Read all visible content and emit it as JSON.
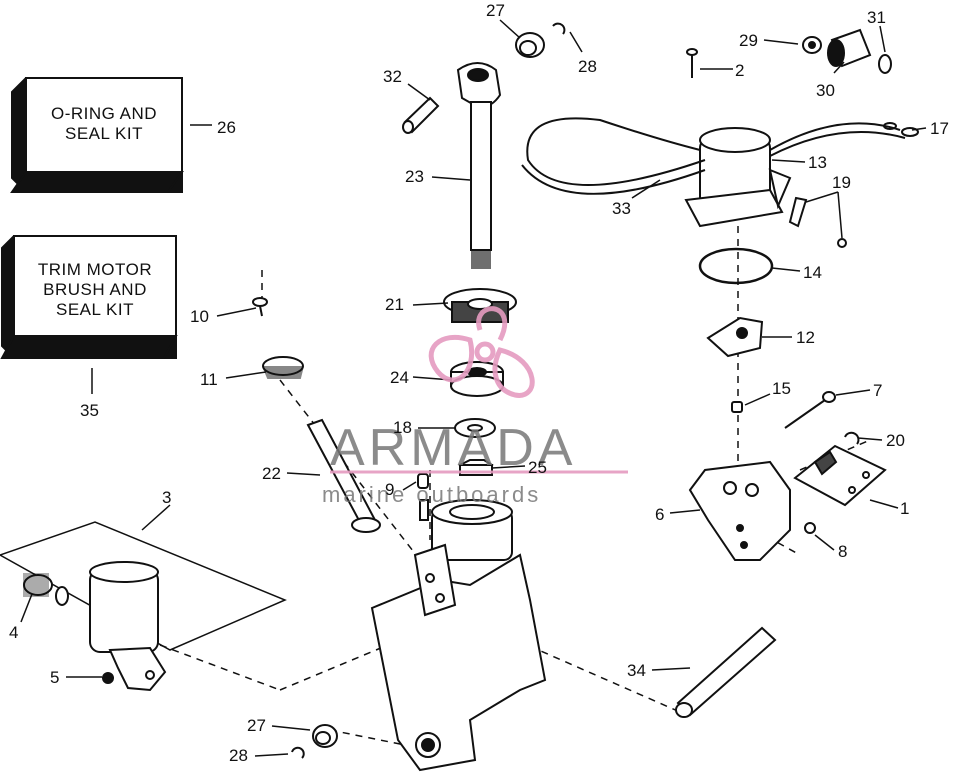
{
  "kits": {
    "oring": {
      "text": "O-RING AND\nSEAL KIT",
      "number": "26"
    },
    "trim_motor": {
      "text": "TRIM MOTOR\nBRUSH AND\nSEAL KIT",
      "number": "35"
    }
  },
  "parts": {
    "p1": "1",
    "p2": "2",
    "p3": "3",
    "p4": "4",
    "p5": "5",
    "p6": "6",
    "p7": "7",
    "p8": "8",
    "p9": "9",
    "p10": "10",
    "p11": "11",
    "p12": "12",
    "p13": "13",
    "p14": "14",
    "p15": "15",
    "p17": "17",
    "p18": "18",
    "p19": "19",
    "p20": "20",
    "p21": "21",
    "p22": "22",
    "p23": "23",
    "p24": "24",
    "p25": "25",
    "p27a": "27",
    "p27b": "27",
    "p28a": "28",
    "p28b": "28",
    "p29": "29",
    "p30": "30",
    "p31": "31",
    "p32": "32",
    "p33": "33",
    "p34": "34"
  },
  "watermark": {
    "brand": "ARMADA",
    "tagline": "marine outboards",
    "color": "#e59bc0"
  }
}
